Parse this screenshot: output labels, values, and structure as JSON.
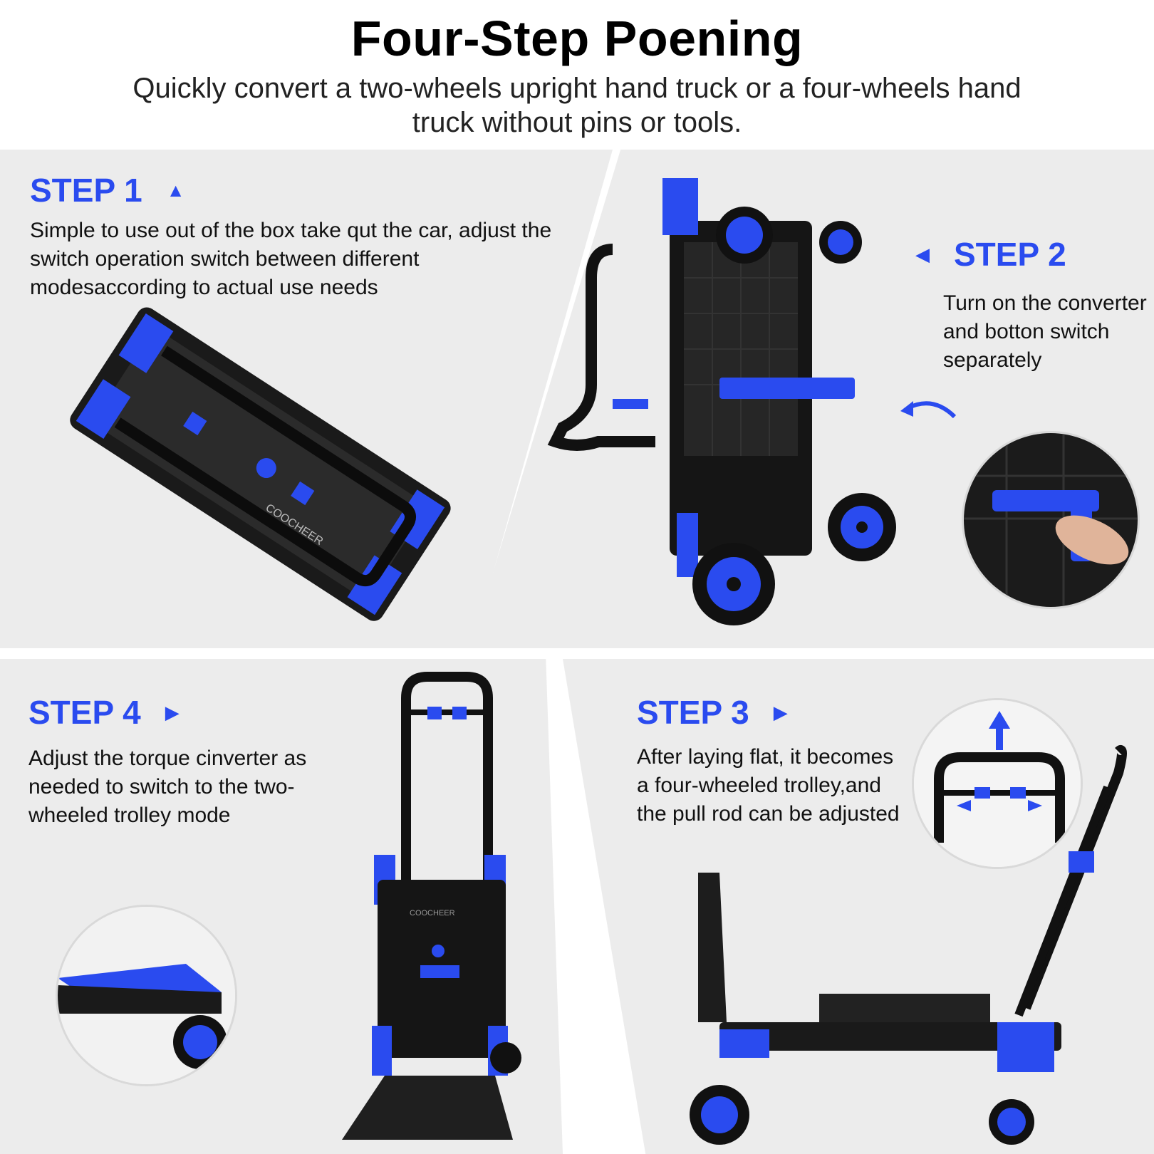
{
  "header": {
    "title": "Four-Step Poening",
    "subtitle": "Quickly convert a two-wheels upright hand truck or a four-wheels hand truck without pins or tools."
  },
  "steps": {
    "step1": {
      "label": "STEP 1",
      "arrow": "▲",
      "text": "Simple to use out of the box take qut the car, adjust the switch operation switch between different modesaccording to actual use needs"
    },
    "step2": {
      "label": "STEP 2",
      "arrow": "◀",
      "text": "Turn on the converter and botton switch separately"
    },
    "step3": {
      "label": "STEP 3",
      "arrow": "▶",
      "text": "After laying flat, it becomes a four-wheeled trolley,and the pull rod can be adjusted"
    },
    "step4": {
      "label": "STEP 4",
      "arrow": "▶",
      "text": "Adjust the torque cinverter as needed to switch to the two-wheeled trolley mode"
    }
  },
  "product": {
    "brand": "COOCHEER"
  },
  "colors": {
    "accent": "#2a4bef",
    "frame": "#151515",
    "panel": "#ececec"
  }
}
